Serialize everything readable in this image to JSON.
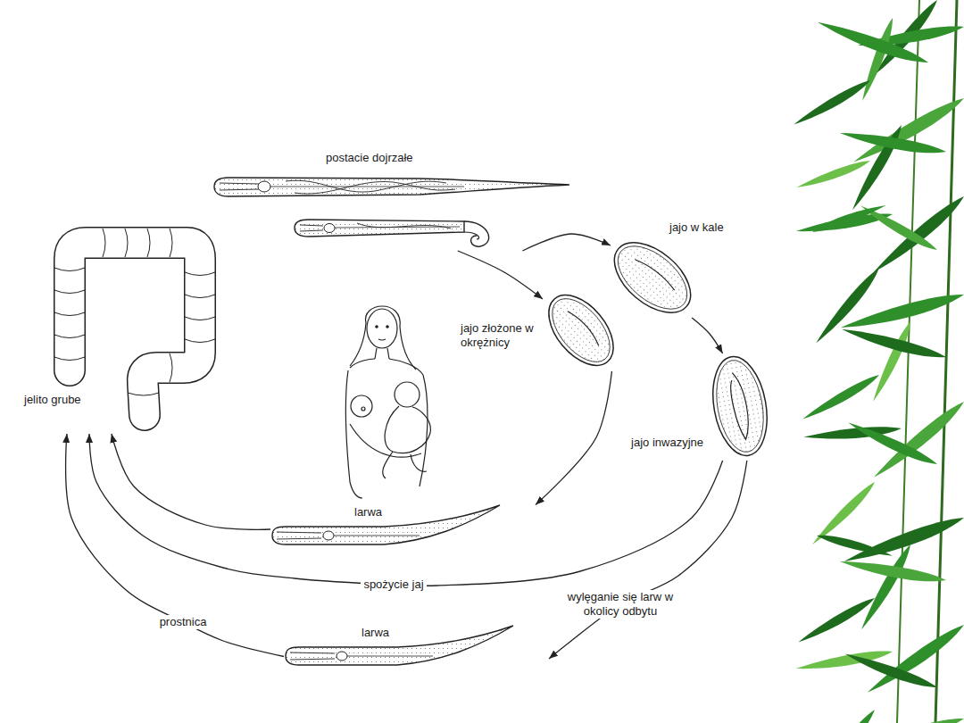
{
  "diagram": {
    "nodes": [
      {
        "text": [
          "postacie dojrzałe"
        ]
      },
      {
        "text": [
          "jajo w kale"
        ]
      },
      {
        "text": [
          "jajo złożone w okrężnicy"
        ]
      },
      {
        "text": [
          "jelito grube"
        ]
      },
      {
        "text": [
          "jajo inwazyjne"
        ]
      },
      {
        "text": [
          "larwa"
        ]
      },
      {
        "text": [
          "larwa"
        ]
      }
    ],
    "edges": [
      {
        "from": 0,
        "to": 1,
        "arrow": "to"
      },
      {
        "from": 0,
        "to": 2,
        "arrow": "to"
      },
      {
        "from": 1,
        "to": 4,
        "arrow": "to"
      },
      {
        "from": 2,
        "to": 5,
        "arrow": "to"
      },
      {
        "from": 5,
        "to": 3,
        "arrow": "to"
      },
      {
        "from": 4,
        "to": 3,
        "label": "spożycie jaj",
        "arrow": "to"
      },
      {
        "from": 4,
        "to": 6,
        "label": "wylęganie się larw w okolicy odbytu",
        "arrow": "to"
      },
      {
        "from": 6,
        "to": 3,
        "label": "prostnica",
        "arrow": "to"
      }
    ]
  }
}
